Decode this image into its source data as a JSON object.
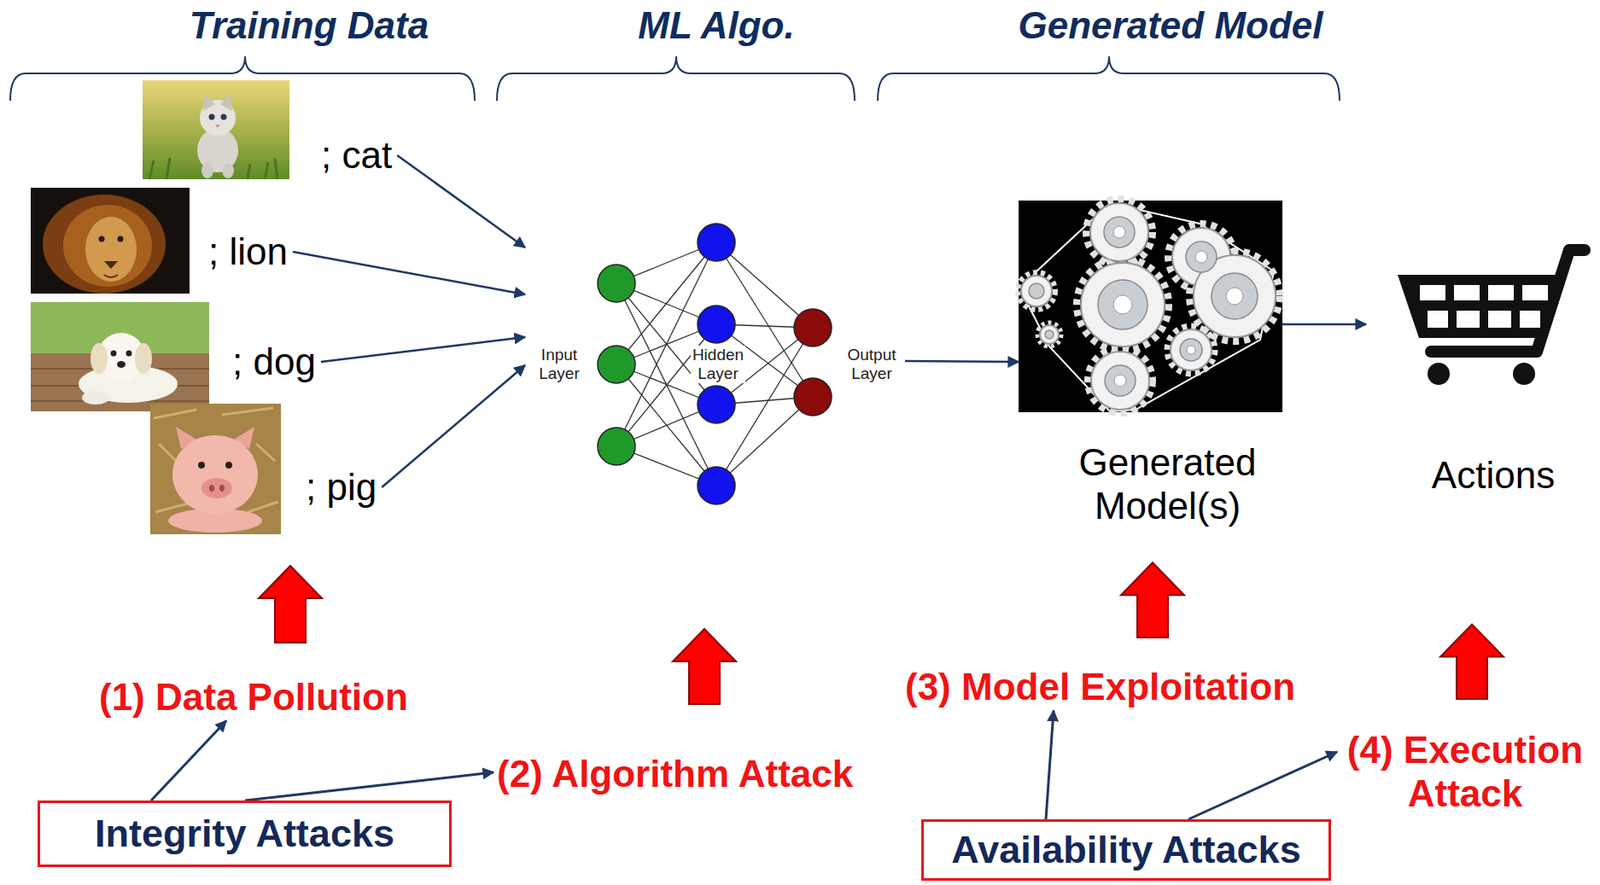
{
  "diagram": {
    "nodes": [
      {
        "text": [
          "; cat"
        ]
      },
      {
        "text": [
          "; lion"
        ]
      },
      {
        "text": [
          "; dog"
        ]
      },
      {
        "text": [
          "; pig"
        ]
      },
      {
        "text": [
          "Input Layer",
          "Hidden Layer",
          "Output Layer"
        ]
      },
      {
        "text": [
          "Generated Model(s)"
        ]
      },
      {
        "text": [
          "Actions"
        ]
      },
      {
        "text": [
          "(1) Data Pollution"
        ]
      },
      {
        "text": [
          "(2) Algorithm Attack"
        ]
      },
      {
        "text": [
          "(3) Model Exploitation"
        ]
      },
      {
        "text": [
          "(4) Execution Attack"
        ]
      },
      {
        "text": [
          "Integrity Attacks"
        ]
      },
      {
        "text": [
          "Availability Attacks"
        ]
      }
    ],
    "edges": [
      {
        "from": 0,
        "to": 4,
        "arrow": "to"
      },
      {
        "from": 1,
        "to": 4,
        "arrow": "to"
      },
      {
        "from": 2,
        "to": 4,
        "arrow": "to"
      },
      {
        "from": 3,
        "to": 4,
        "arrow": "to"
      },
      {
        "from": 4,
        "to": 5,
        "arrow": "to"
      },
      {
        "from": 5,
        "to": 6,
        "arrow": "to"
      },
      {
        "from": 7,
        "to": 3,
        "arrow": "to"
      },
      {
        "from": 8,
        "to": 4,
        "arrow": "to"
      },
      {
        "from": 9,
        "to": 5,
        "arrow": "to"
      },
      {
        "from": 10,
        "to": 6,
        "arrow": "to"
      },
      {
        "from": 11,
        "to": 7,
        "arrow": "to"
      },
      {
        "from": 11,
        "to": 8,
        "arrow": "to"
      },
      {
        "from": 12,
        "to": 9,
        "arrow": "to"
      },
      {
        "from": 12,
        "to": 10,
        "arrow": "to"
      }
    ],
    "labels": [
      "Training Data",
      "ML Algo.",
      "Generated Model"
    ]
  }
}
